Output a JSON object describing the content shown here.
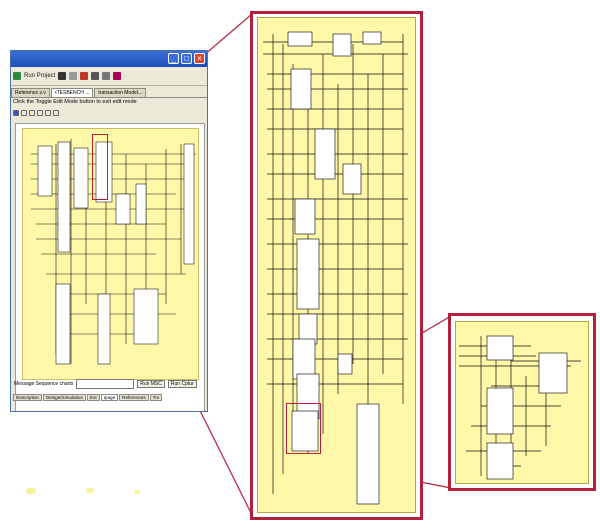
{
  "window": {
    "toolbar_label": "Run Project",
    "tabs": [
      {
        "label": "Reference s.v",
        "active": false
      },
      {
        "label": "•TESBENCH ...",
        "active": true
      },
      {
        "label": "transaction Model...",
        "active": false
      }
    ],
    "hint_text": "Click the Toggle Edit Mode button to exit edit mode",
    "message_label": "Message Sequence charts",
    "message_button": "Run MSC",
    "other_button": "Run Cptur",
    "bottom_tabs": [
      {
        "label": "Description",
        "active": false
      },
      {
        "label": "Design/Simulation",
        "active": false
      },
      {
        "label": "Ext",
        "active": false
      },
      {
        "label": "Ipage",
        "active": true
      },
      {
        "label": "References",
        "active": false
      },
      {
        "label": "Tre",
        "active": false
      }
    ]
  },
  "colors": {
    "diagram_background": "#fff8a8",
    "highlight_border": "#b3203b",
    "block_fill": "#ffffff",
    "wire": "#111111"
  }
}
